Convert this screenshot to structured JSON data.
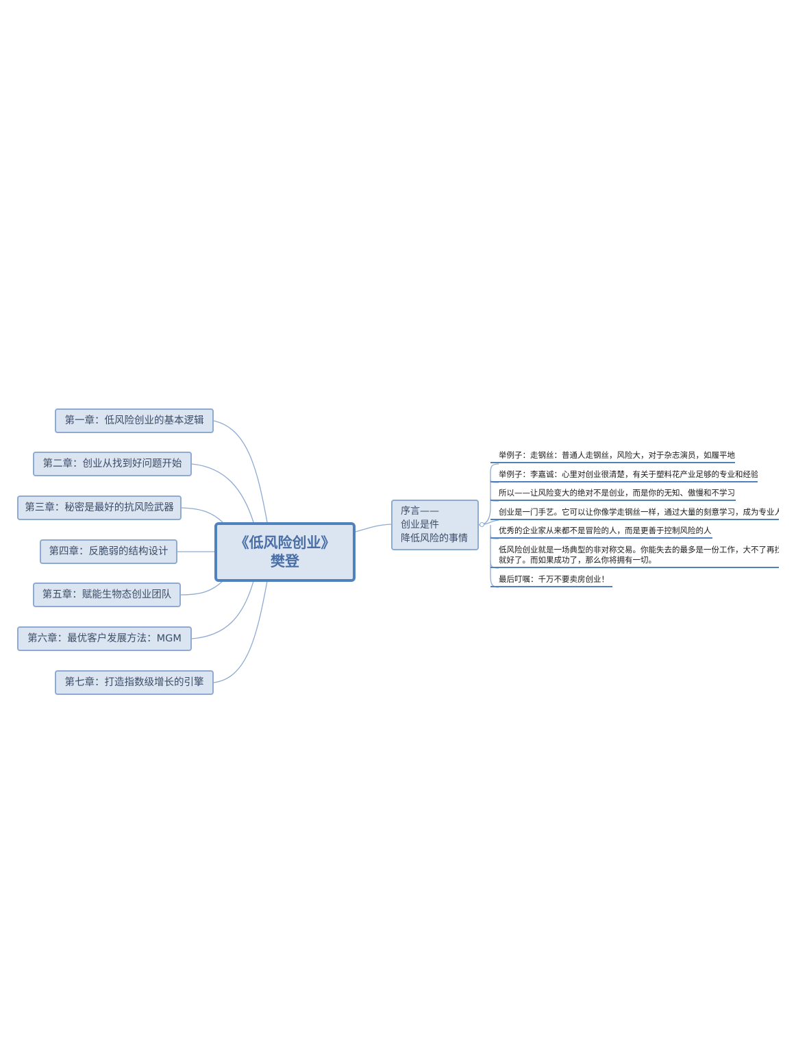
{
  "central": {
    "line1": "《低风险创业》",
    "line2": "樊登"
  },
  "chapters": [
    "第一章：低风险创业的基本逻辑",
    "第二章：创业从找到好问题开始",
    "第三章：秘密是最好的抗风险武器",
    "第四章：反脆弱的结构设计",
    "第五章：赋能生物态创业团队",
    "第六章：最优客户发展方法：MGM",
    "第七章：打造指数级增长的引擎"
  ],
  "preface": {
    "lines": [
      "序言——",
      "创业是件",
      "降低风险的事情"
    ]
  },
  "preface_points": [
    [
      "举例子：走钢丝：普通人走钢丝，风险大，对于杂志演员，如履平地"
    ],
    [
      "举例子：李嘉诚：心里对创业很清楚，有关于塑料花产业足够的专业和经验"
    ],
    [
      "所以——让风险变大的绝对不是创业，而是你的无知、傲慢和不学习！"
    ],
    [
      "创业是一门手艺。它可以让你像学走钢丝一样，通过大量的刻意学习，成为专业人士"
    ],
    [
      "优秀的企业家从来都不是冒险的人，而是更善于控制风险的人"
    ],
    [
      "低风险创业就是一场典型的非对称交易。你能失去的最多是一份工作，大不了再找一份",
      "就好了。而如果成功了，那么你将拥有一切。"
    ],
    [
      "最后叮嘱：千万不要卖房创业！"
    ]
  ],
  "colors": {
    "node_fill": "#dbe5f1",
    "node_border": "#8eaad1",
    "central_border": "#4f81bd",
    "link": "#8eaad1",
    "leaf_underline": "#4f81bd"
  },
  "icons": [
    "collapse-toggle-icon"
  ]
}
